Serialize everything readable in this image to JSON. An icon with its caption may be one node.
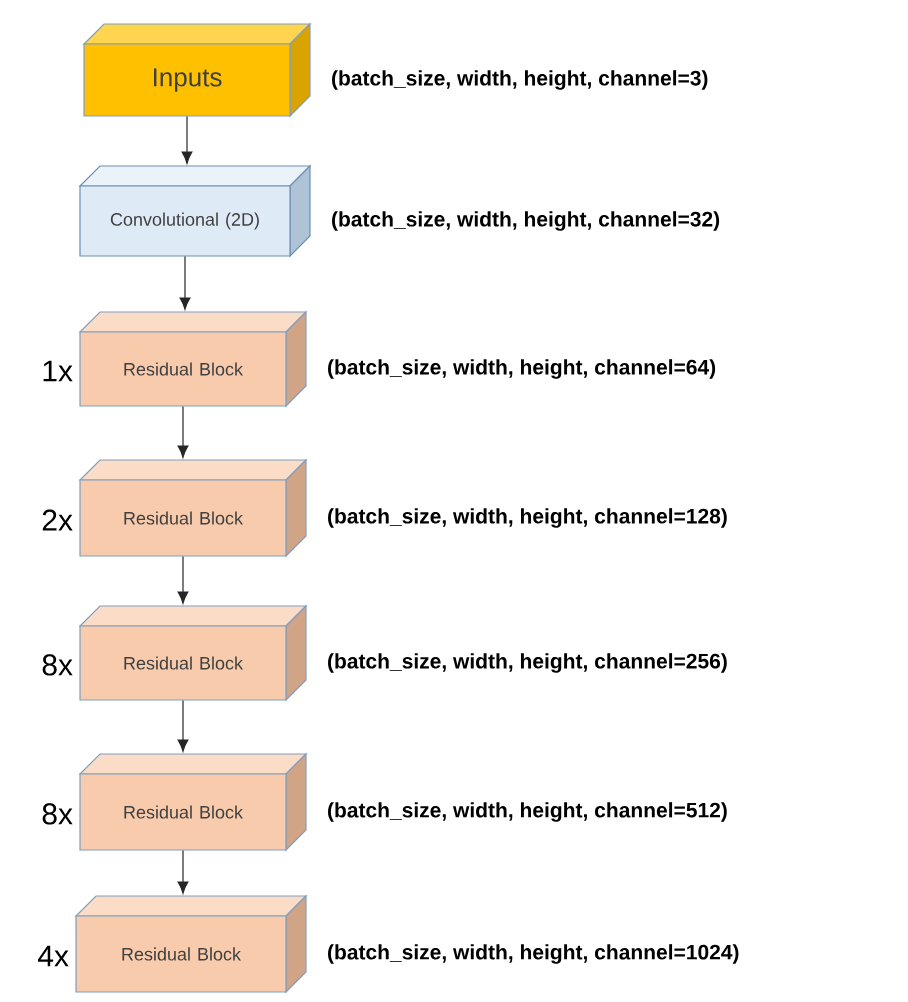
{
  "diagram": {
    "nodes": [
      {
        "text": [
          "Inputs"
        ],
        "beside": [
          "(batch_size, width, height, channel=3)"
        ]
      },
      {
        "text": [
          "Convolutional (2D)"
        ],
        "beside": [
          "(batch_size, width, height, channel=32)"
        ]
      },
      {
        "text": [
          "Residual Block"
        ],
        "beside": [
          "1x",
          "(batch_size, width, height, channel=64)"
        ]
      },
      {
        "text": [
          "Residual Block"
        ],
        "beside": [
          "2x",
          "(batch_size, width, height, channel=128)"
        ]
      },
      {
        "text": [
          "Residual Block"
        ],
        "beside": [
          "8x",
          "(batch_size, width, height, channel=256)"
        ]
      },
      {
        "text": [
          "Residual Block"
        ],
        "beside": [
          "8x",
          "(batch_size, width, height, channel=512)"
        ]
      },
      {
        "text": [
          "Residual Block"
        ],
        "beside": [
          "4x",
          "(batch_size, width, height, channel=1024)"
        ]
      }
    ],
    "edges": [
      {
        "from": 0,
        "to": 1,
        "arrow": "to"
      },
      {
        "from": 1,
        "to": 2,
        "arrow": "to"
      },
      {
        "from": 2,
        "to": 3,
        "arrow": "to"
      },
      {
        "from": 3,
        "to": 4,
        "arrow": "to"
      },
      {
        "from": 4,
        "to": 5,
        "arrow": "to"
      },
      {
        "from": 5,
        "to": 6,
        "arrow": "to"
      }
    ]
  }
}
